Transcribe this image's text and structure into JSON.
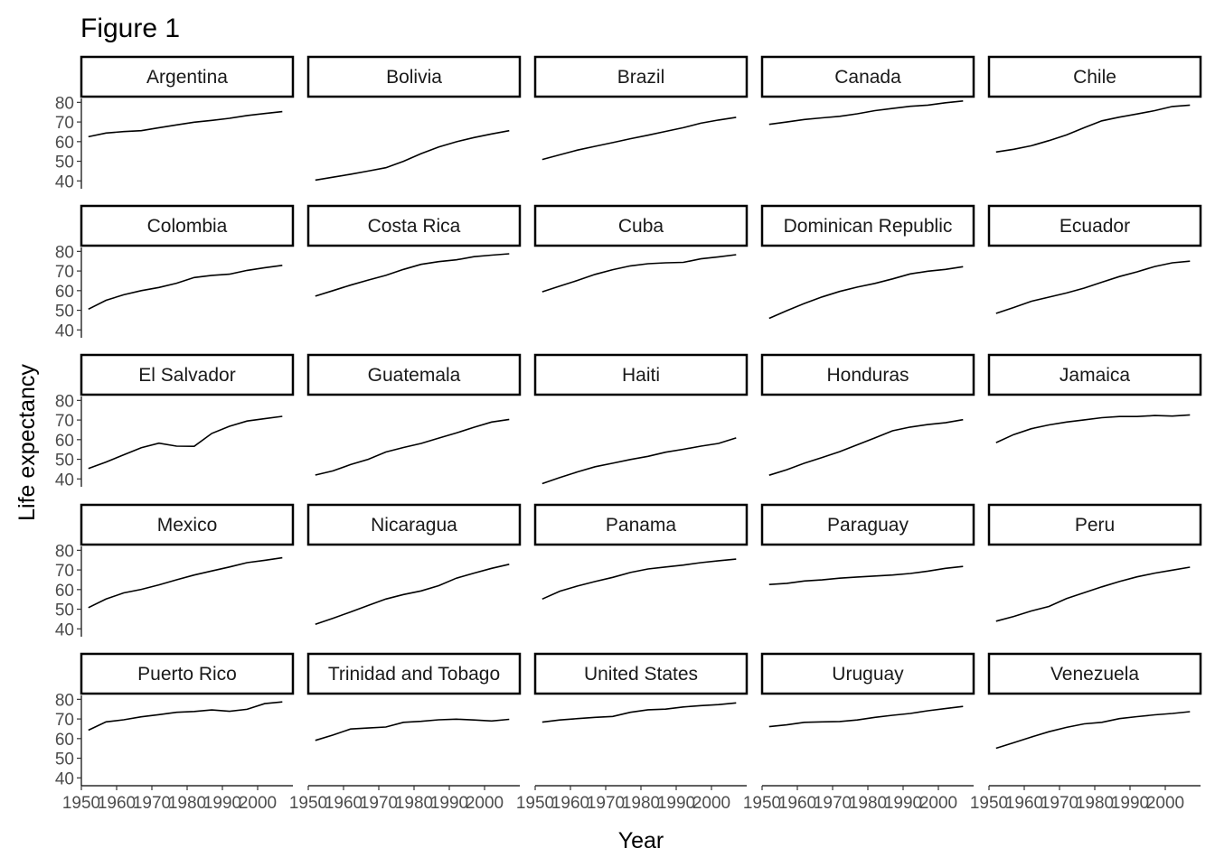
{
  "chart_data": {
    "type": "line",
    "title": "Figure 1",
    "xlabel": "Year",
    "ylabel": "Life expectancy",
    "xlim": [
      1950,
      2010
    ],
    "ylim": [
      36,
      82
    ],
    "x_ticks": [
      1950,
      1960,
      1970,
      1980,
      1990,
      2000
    ],
    "x_tick_labels": [
      "1950",
      "1960",
      "1970",
      "1980",
      "1990",
      "2000"
    ],
    "y_ticks": [
      40,
      50,
      60,
      70,
      80
    ],
    "y_tick_labels": [
      "40",
      "50",
      "60",
      "70",
      "80"
    ],
    "grid": false,
    "facet_columns": 5,
    "x": [
      1952,
      1957,
      1962,
      1967,
      1972,
      1977,
      1982,
      1987,
      1992,
      1997,
      2002,
      2007
    ],
    "panels": [
      {
        "name": "Argentina",
        "values": [
          62.5,
          64.4,
          65.1,
          65.6,
          67.1,
          68.5,
          69.9,
          70.8,
          71.9,
          73.3,
          74.3,
          75.3
        ]
      },
      {
        "name": "Bolivia",
        "values": [
          40.4,
          41.9,
          43.4,
          45.0,
          46.7,
          50.0,
          53.9,
          57.3,
          59.9,
          62.1,
          63.9,
          65.6
        ]
      },
      {
        "name": "Brazil",
        "values": [
          50.9,
          53.3,
          55.7,
          57.6,
          59.5,
          61.5,
          63.3,
          65.2,
          67.1,
          69.4,
          71.0,
          72.4
        ]
      },
      {
        "name": "Canada",
        "values": [
          68.8,
          70.0,
          71.3,
          72.1,
          72.9,
          74.2,
          75.8,
          76.9,
          78.0,
          78.6,
          79.8,
          80.7
        ]
      },
      {
        "name": "Chile",
        "values": [
          54.7,
          56.1,
          57.9,
          60.5,
          63.4,
          67.1,
          70.6,
          72.5,
          74.1,
          75.8,
          77.9,
          78.6
        ]
      },
      {
        "name": "Colombia",
        "values": [
          50.6,
          55.1,
          57.9,
          60.0,
          61.6,
          63.8,
          66.7,
          67.8,
          68.4,
          70.3,
          71.7,
          72.9
        ]
      },
      {
        "name": "Costa Rica",
        "values": [
          57.2,
          60.0,
          62.8,
          65.4,
          67.8,
          70.8,
          73.4,
          74.8,
          75.7,
          77.3,
          78.1,
          78.8
        ]
      },
      {
        "name": "Cuba",
        "values": [
          59.4,
          62.3,
          65.2,
          68.3,
          70.7,
          72.6,
          73.7,
          74.2,
          74.4,
          76.2,
          77.2,
          78.3
        ]
      },
      {
        "name": "Dominican Republic",
        "values": [
          45.9,
          49.8,
          53.5,
          56.8,
          59.6,
          61.8,
          63.7,
          66.0,
          68.5,
          69.9,
          70.8,
          72.2
        ]
      },
      {
        "name": "Ecuador",
        "values": [
          48.4,
          51.4,
          54.6,
          56.7,
          58.8,
          61.3,
          64.3,
          67.2,
          69.6,
          72.3,
          74.2,
          74.99
        ]
      },
      {
        "name": "El Salvador",
        "values": [
          45.3,
          48.6,
          52.3,
          55.9,
          58.2,
          56.7,
          56.6,
          63.2,
          66.8,
          69.5,
          70.7,
          71.9
        ]
      },
      {
        "name": "Guatemala",
        "values": [
          42.0,
          44.1,
          47.3,
          50.0,
          53.7,
          56.0,
          58.1,
          60.8,
          63.4,
          66.3,
          68.98,
          70.3
        ]
      },
      {
        "name": "Haiti",
        "values": [
          37.6,
          40.7,
          43.6,
          46.2,
          48.0,
          49.9,
          51.5,
          53.6,
          55.1,
          56.7,
          58.1,
          60.9
        ]
      },
      {
        "name": "Honduras",
        "values": [
          41.9,
          44.7,
          48.0,
          50.9,
          53.9,
          57.4,
          60.9,
          64.5,
          66.4,
          67.7,
          68.6,
          70.2
        ]
      },
      {
        "name": "Jamaica",
        "values": [
          58.5,
          62.6,
          65.6,
          67.5,
          69.0,
          70.1,
          71.2,
          71.8,
          71.8,
          72.3,
          72.0,
          72.6
        ]
      },
      {
        "name": "Mexico",
        "values": [
          50.8,
          55.2,
          58.3,
          60.1,
          62.4,
          65.0,
          67.4,
          69.5,
          71.5,
          73.7,
          74.9,
          76.2
        ]
      },
      {
        "name": "Nicaragua",
        "values": [
          42.3,
          45.4,
          48.6,
          51.9,
          55.2,
          57.5,
          59.3,
          62.0,
          65.8,
          68.4,
          70.8,
          72.9
        ]
      },
      {
        "name": "Panama",
        "values": [
          55.2,
          59.2,
          61.8,
          64.1,
          66.2,
          68.7,
          70.5,
          71.5,
          72.5,
          73.7,
          74.7,
          75.5
        ]
      },
      {
        "name": "Paraguay",
        "values": [
          62.6,
          63.2,
          64.4,
          64.95,
          65.8,
          66.4,
          66.9,
          67.4,
          68.2,
          69.4,
          70.8,
          71.8
        ]
      },
      {
        "name": "Peru",
        "values": [
          43.9,
          46.3,
          49.1,
          51.4,
          55.4,
          58.4,
          61.4,
          64.1,
          66.5,
          68.4,
          69.9,
          71.4
        ]
      },
      {
        "name": "Puerto Rico",
        "values": [
          64.3,
          68.5,
          69.6,
          71.1,
          72.2,
          73.4,
          73.8,
          74.6,
          73.9,
          74.9,
          77.8,
          78.7
        ]
      },
      {
        "name": "Trinidad and Tobago",
        "values": [
          59.1,
          61.8,
          64.9,
          65.4,
          65.9,
          68.3,
          68.8,
          69.6,
          69.9,
          69.5,
          68.98,
          69.8
        ]
      },
      {
        "name": "United States",
        "values": [
          68.4,
          69.5,
          70.2,
          70.8,
          71.3,
          73.4,
          74.7,
          75.0,
          76.1,
          76.8,
          77.3,
          78.2
        ]
      },
      {
        "name": "Uruguay",
        "values": [
          66.1,
          67.0,
          68.3,
          68.5,
          68.7,
          69.5,
          70.8,
          71.9,
          72.8,
          74.2,
          75.3,
          76.4
        ]
      },
      {
        "name": "Venezuela",
        "values": [
          55.1,
          57.9,
          60.8,
          63.5,
          65.7,
          67.5,
          68.3,
          70.2,
          71.2,
          72.1,
          72.8,
          73.7
        ]
      }
    ]
  }
}
